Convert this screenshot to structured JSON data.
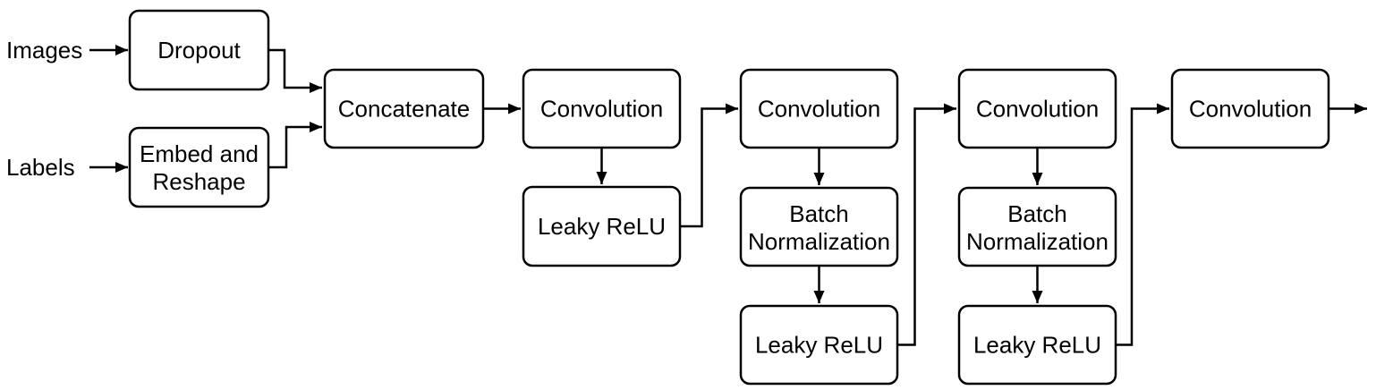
{
  "diagram": {
    "type": "flowchart-neural-network-architecture",
    "colors": {
      "node_fill": "#ffffff",
      "node_stroke": "#000000",
      "edge_stroke": "#000000",
      "text": "#000000",
      "background": "#ffffff"
    },
    "inputs": {
      "images": "Images",
      "labels": "Labels"
    },
    "nodes": {
      "dropout": {
        "label": "Dropout"
      },
      "embed_reshape": {
        "line1": "Embed and",
        "line2": "Reshape"
      },
      "concatenate": {
        "label": "Concatenate"
      },
      "conv1": {
        "label": "Convolution"
      },
      "leaky_relu1": {
        "label": "Leaky ReLU"
      },
      "conv2": {
        "label": "Convolution"
      },
      "batch_norm1": {
        "line1": "Batch",
        "line2": "Normalization"
      },
      "leaky_relu2": {
        "label": "Leaky ReLU"
      },
      "conv3": {
        "label": "Convolution"
      },
      "batch_norm2": {
        "line1": "Batch",
        "line2": "Normalization"
      },
      "leaky_relu3": {
        "label": "Leaky ReLU"
      },
      "conv4": {
        "label": "Convolution"
      }
    },
    "edges": [
      {
        "from": "images",
        "to": "dropout"
      },
      {
        "from": "labels",
        "to": "embed_reshape"
      },
      {
        "from": "dropout",
        "to": "concatenate"
      },
      {
        "from": "embed_reshape",
        "to": "concatenate"
      },
      {
        "from": "concatenate",
        "to": "conv1"
      },
      {
        "from": "conv1",
        "to": "leaky_relu1"
      },
      {
        "from": "leaky_relu1",
        "to": "conv2"
      },
      {
        "from": "conv2",
        "to": "batch_norm1"
      },
      {
        "from": "batch_norm1",
        "to": "leaky_relu2"
      },
      {
        "from": "leaky_relu2",
        "to": "conv3"
      },
      {
        "from": "conv3",
        "to": "batch_norm2"
      },
      {
        "from": "batch_norm2",
        "to": "leaky_relu3"
      },
      {
        "from": "leaky_relu3",
        "to": "conv4"
      },
      {
        "from": "conv4",
        "to": "output"
      }
    ]
  }
}
